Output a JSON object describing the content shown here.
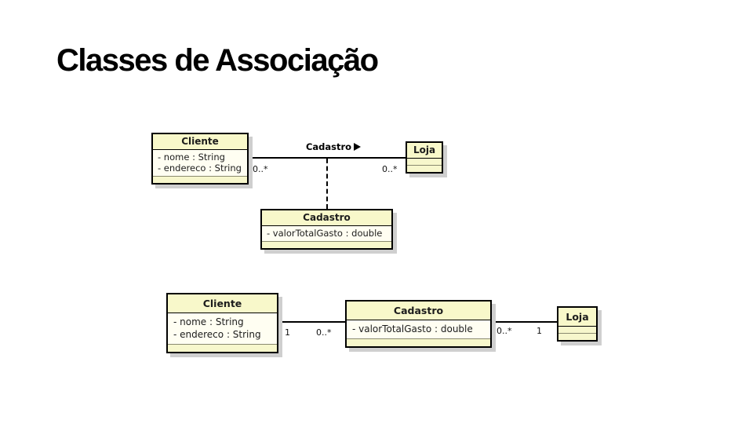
{
  "slide": {
    "title": "Classes de Associação"
  },
  "colors": {
    "background": "#ffffff",
    "box_title_bg": "#f8f8ca",
    "box_body_bg": "#fffef2",
    "box_empty_bg": "#f7f7cc",
    "box_border": "#000000",
    "box_shadow": "#cfcfcf",
    "text": "#1c1c1c"
  },
  "top_diagram": {
    "cliente": {
      "title": "Cliente",
      "attributes": [
        "- nome : String",
        "- endereco : String"
      ]
    },
    "loja": {
      "title": "Loja"
    },
    "association": {
      "label": "Cadastro",
      "direction_arrow": "right",
      "left_multiplicity": "0..*",
      "right_multiplicity": "0..*"
    },
    "association_class": {
      "title": "Cadastro",
      "attributes": [
        "- valorTotalGasto : double"
      ]
    }
  },
  "bottom_diagram": {
    "cliente": {
      "title": "Cliente",
      "attributes": [
        "- nome : String",
        "- endereco : String"
      ]
    },
    "cadastro": {
      "title": "Cadastro",
      "attributes": [
        "- valorTotalGasto : double"
      ]
    },
    "loja": {
      "title": "Loja"
    },
    "left_association": {
      "cliente_multiplicity": "1",
      "cadastro_multiplicity": "0..*"
    },
    "right_association": {
      "cadastro_multiplicity": "0..*",
      "loja_multiplicity": "1"
    }
  }
}
